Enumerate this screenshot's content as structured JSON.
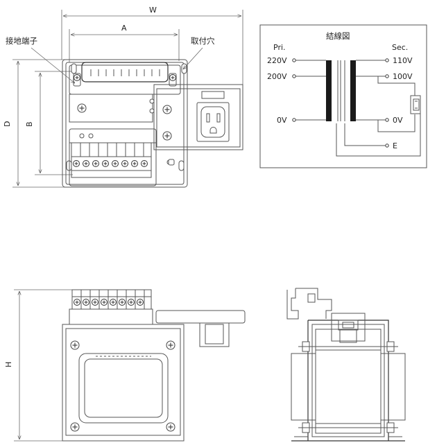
{
  "dimensions": {
    "w": "W",
    "a": "A",
    "d": "D",
    "b": "B",
    "h": "H"
  },
  "callouts": {
    "ground_terminal": "接地端子",
    "mounting_hole": "取付穴"
  },
  "wiring": {
    "title": "結線図",
    "pri": "Pri.",
    "sec": "Sec.",
    "pri_taps": [
      "220V",
      "200V",
      "0V"
    ],
    "sec_taps": [
      "110V",
      "100V",
      "0V"
    ],
    "earth": "E"
  }
}
